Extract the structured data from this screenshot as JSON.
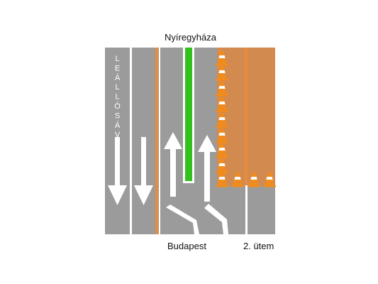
{
  "labels": {
    "top_direction": "Nyíregyháza",
    "bottom_direction": "Budapest",
    "phase": "2. ütem"
  },
  "shoulder_lane": {
    "text": "LEÁLLÓSÁV",
    "letters": [
      "L",
      "E",
      "Á",
      "L",
      "L",
      "Ó",
      "S",
      "Á",
      "V"
    ]
  },
  "colors": {
    "asphalt": "#9b9b9b",
    "marking": "#ffffff",
    "closed_area": "#d38a4e",
    "temporary_line": "#ea8a3c",
    "median_line": "#33c11e",
    "cone_orange": "#f08c1e",
    "cone_stripe": "#ffffff"
  },
  "icons": [
    "arrow-down-icon",
    "arrow-up-icon",
    "traffic-cone-icon"
  ]
}
